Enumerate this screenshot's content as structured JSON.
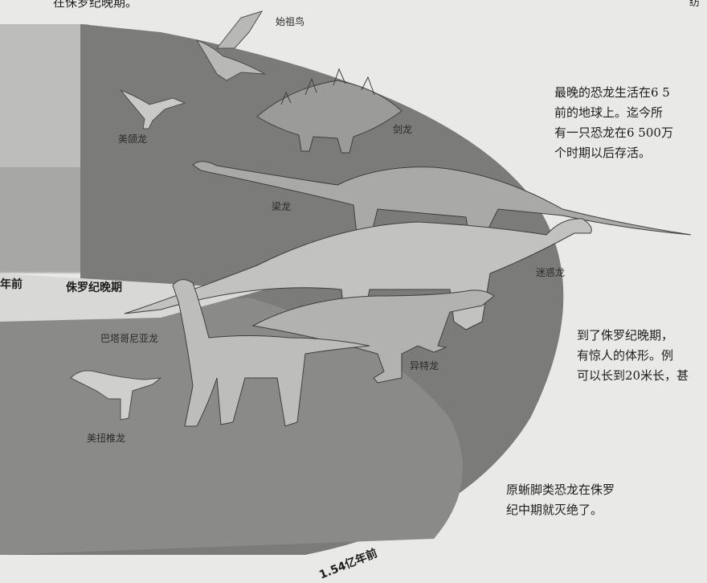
{
  "header": {
    "cut_top_left": "在侏罗纪晚期。",
    "cut_top_right": "纺"
  },
  "timeline": {
    "left_cut_label": "年前",
    "period_label": "侏罗纪晚期",
    "bottom_date": "1.54亿年前"
  },
  "dinosaurs": {
    "archaeopteryx": "始祖鸟",
    "ornitholestes": "美颌龙",
    "stegosaurus": "剑龙",
    "diplodocus": "梁龙",
    "mamenchisaurus": "迷惑龙",
    "barosaurus": "巴塔哥尼亚龙",
    "allosaurus": "异特龙",
    "coelophysis": "美扭椎龙"
  },
  "paragraphs": {
    "late_extinction": [
      "最晚的恐龙生活在6 5",
      "前的地球上。迄今所",
      "有一只恐龙在6 500万",
      "个时期以后存活。"
    ],
    "late_jurassic": [
      "到了侏罗纪晚期，",
      "有惊人的体形。例",
      "可以长到20米长，甚"
    ],
    "prosauropod": [
      "原蜥脚类恐龙在侏罗",
      "纪中期就灭绝了。"
    ]
  }
}
